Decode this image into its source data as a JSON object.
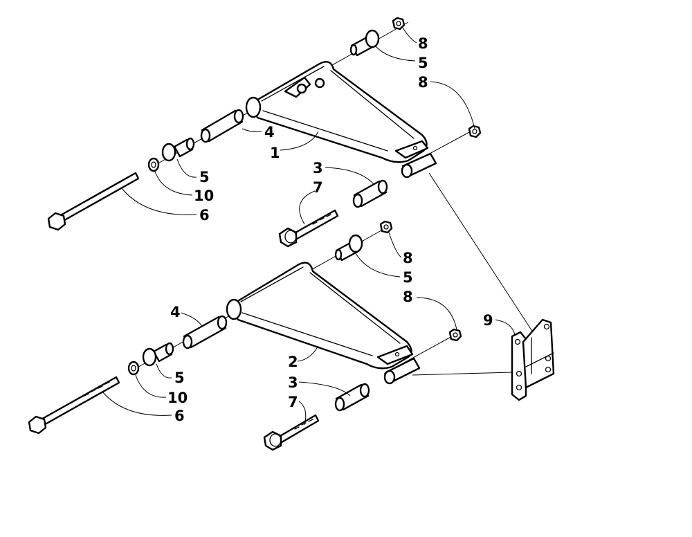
{
  "colors": {
    "line": "#000000",
    "background": "#ffffff"
  },
  "callouts": [
    {
      "id": "c1",
      "text": "8"
    },
    {
      "id": "c2",
      "text": "5"
    },
    {
      "id": "c3",
      "text": "8"
    },
    {
      "id": "c4",
      "text": "4"
    },
    {
      "id": "c5",
      "text": "1"
    },
    {
      "id": "c6",
      "text": "5"
    },
    {
      "id": "c7",
      "text": "10"
    },
    {
      "id": "c8",
      "text": "6"
    },
    {
      "id": "c9",
      "text": "3"
    },
    {
      "id": "c10",
      "text": "7"
    },
    {
      "id": "c11",
      "text": "8"
    },
    {
      "id": "c12",
      "text": "5"
    },
    {
      "id": "c13",
      "text": "8"
    },
    {
      "id": "c14",
      "text": "9"
    },
    {
      "id": "c15",
      "text": "4"
    },
    {
      "id": "c16",
      "text": "2"
    },
    {
      "id": "c17",
      "text": "5"
    },
    {
      "id": "c18",
      "text": "3"
    },
    {
      "id": "c19",
      "text": "10"
    },
    {
      "id": "c20",
      "text": "6"
    },
    {
      "id": "c21",
      "text": "7"
    }
  ]
}
